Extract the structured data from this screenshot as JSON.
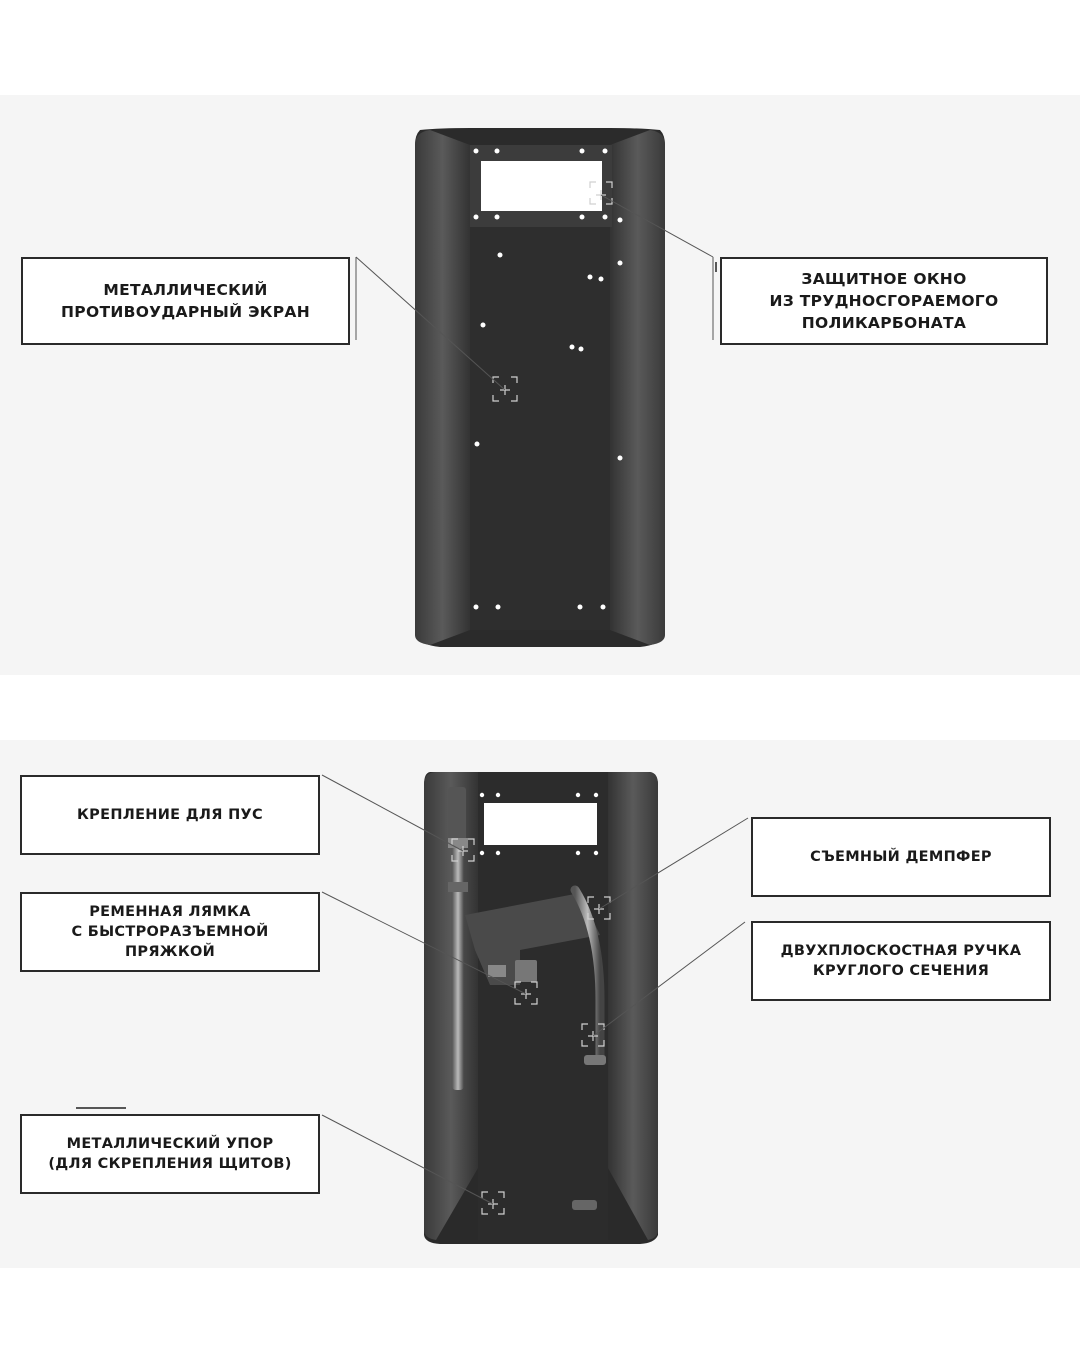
{
  "top_view": {
    "labels": {
      "metal_screen": [
        "МЕТАЛЛИЧЕСКИЙ",
        "ПРОТИВОУДАРНЫЙ ЭКРАН"
      ],
      "protective_window": [
        "ЗАЩИТНОЕ ОКНО",
        "ИЗ ТРУДНОСГОРАЕМОГО",
        "ПОЛИКАРБОНАТА"
      ]
    }
  },
  "bottom_view": {
    "labels": {
      "baton_mount": [
        "КРЕПЛЕНИЕ ДЛЯ ПУС"
      ],
      "belt_strap": [
        "РЕМЕННАЯ ЛЯМКА",
        "С БЫСТРОРАЗЪЕМНОЙ",
        "ПРЯЖКОЙ"
      ],
      "metal_stop": [
        "МЕТАЛЛИЧЕСКИЙ УПОР",
        "(ДЛЯ СКРЕПЛЕНИЯ ЩИТОВ)"
      ],
      "removable_damper": [
        "СЪЕМНЫЙ ДЕМПФЕР"
      ],
      "round_handle": [
        "ДВУХПЛОСКОСТНАЯ РУЧКА",
        "КРУГЛОГО СЕЧЕНИЯ"
      ]
    }
  },
  "colors": {
    "shield_body": "#2f2f2f",
    "shield_edge": "#4a4a4a",
    "panel_bg": "#f5f5f5",
    "border": "#2a2a2a"
  }
}
